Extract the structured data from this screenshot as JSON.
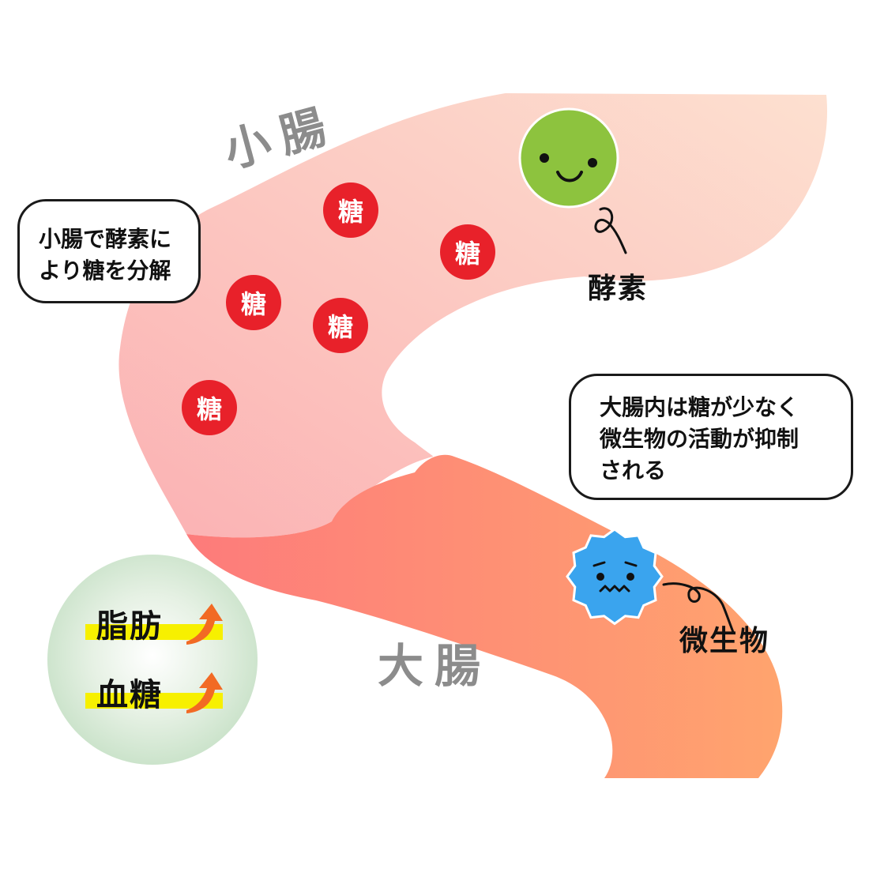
{
  "labels": {
    "small_intestine": "小腸",
    "large_intestine": "大腸",
    "enzyme": "酵素",
    "microbe": "微生物"
  },
  "bubbles": {
    "small_intestine_note": [
      "小腸で酵素に",
      "より糖を分解"
    ],
    "large_intestine_note": [
      "大腸内は糖が少なく",
      "微生物の活動が抑制",
      "される"
    ]
  },
  "sugar_label": "糖",
  "sugars": [
    "糖",
    "糖",
    "糖",
    "糖",
    "糖"
  ],
  "result": {
    "items": [
      {
        "label": "脂肪",
        "trend": "up-arrow-icon"
      },
      {
        "label": "血糖",
        "trend": "up-arrow-icon"
      }
    ]
  },
  "colors": {
    "small_intestine_from": "#fbb1b3",
    "small_intestine_to": "#fde0d0",
    "large_intestine_from": "#fd7b7b",
    "large_intestine_to": "#ffa46e",
    "sugar": "#e8212a",
    "enzyme": "#8dc33e",
    "microbe": "#3aa4ee",
    "highlight": "#f7f000",
    "arrow": "#f26a24"
  }
}
